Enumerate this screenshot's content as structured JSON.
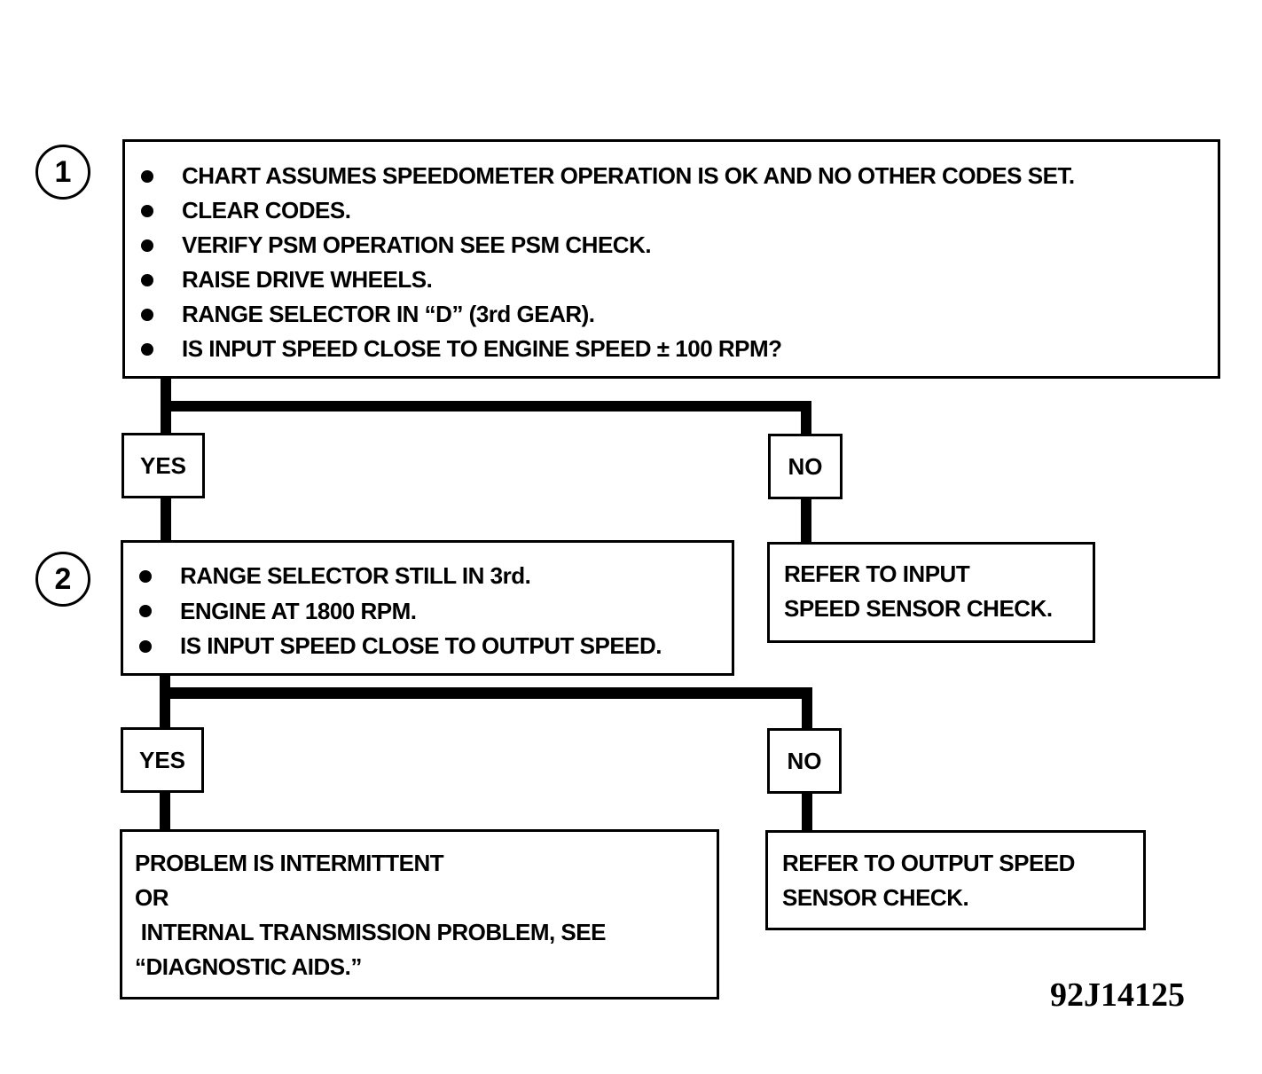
{
  "step1": {
    "number": "1",
    "items": [
      "CHART ASSUMES SPEEDOMETER OPERATION IS OK AND NO OTHER CODES SET.",
      "CLEAR CODES.",
      "VERIFY PSM OPERATION SEE PSM CHECK.",
      "RAISE DRIVE WHEELS.",
      "RANGE SELECTOR IN “D” (3rd GEAR).",
      "IS INPUT SPEED CLOSE TO ENGINE SPEED ± 100 RPM?"
    ]
  },
  "branch1": {
    "yes_label": "YES",
    "no_label": "NO",
    "no_result": [
      "REFER TO INPUT",
      "SPEED SENSOR CHECK."
    ]
  },
  "step2": {
    "number": "2",
    "items": [
      "RANGE SELECTOR STILL IN 3rd.",
      "ENGINE AT 1800 RPM.",
      "IS INPUT SPEED CLOSE TO OUTPUT SPEED."
    ]
  },
  "branch2": {
    "yes_label": "YES",
    "no_label": "NO",
    "yes_result": [
      "PROBLEM IS INTERMITTENT",
      "OR",
      " INTERNAL TRANSMISSION PROBLEM, SEE",
      "“DIAGNOSTIC AIDS.”"
    ],
    "no_result": [
      "REFER TO OUTPUT SPEED",
      "SENSOR CHECK."
    ]
  },
  "figure_id": "92J14125"
}
